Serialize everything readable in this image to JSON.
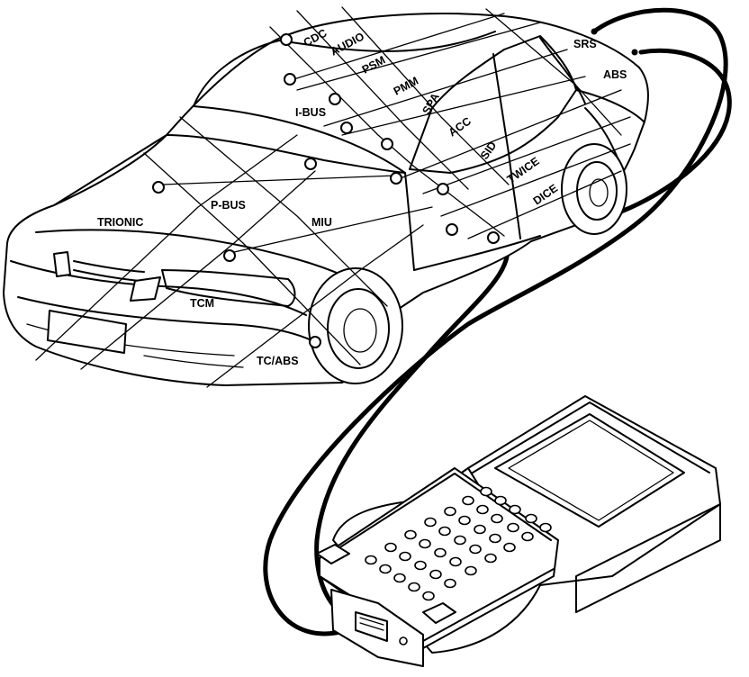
{
  "labels": {
    "cdc": "CDC",
    "audio": "AUDIO",
    "psm": "PSM",
    "pmm": "PMM",
    "srs": "SRS",
    "abs": "ABS",
    "ibus": "I-BUS",
    "spa": "SPA",
    "acc": "ACC",
    "sid": "SID",
    "twice": "TWICE",
    "dice": "DICE",
    "trionic": "TRIONIC",
    "pbus": "P-BUS",
    "miu": "MIU",
    "tcm": "TCM",
    "tcabs": "TC/ABS"
  }
}
